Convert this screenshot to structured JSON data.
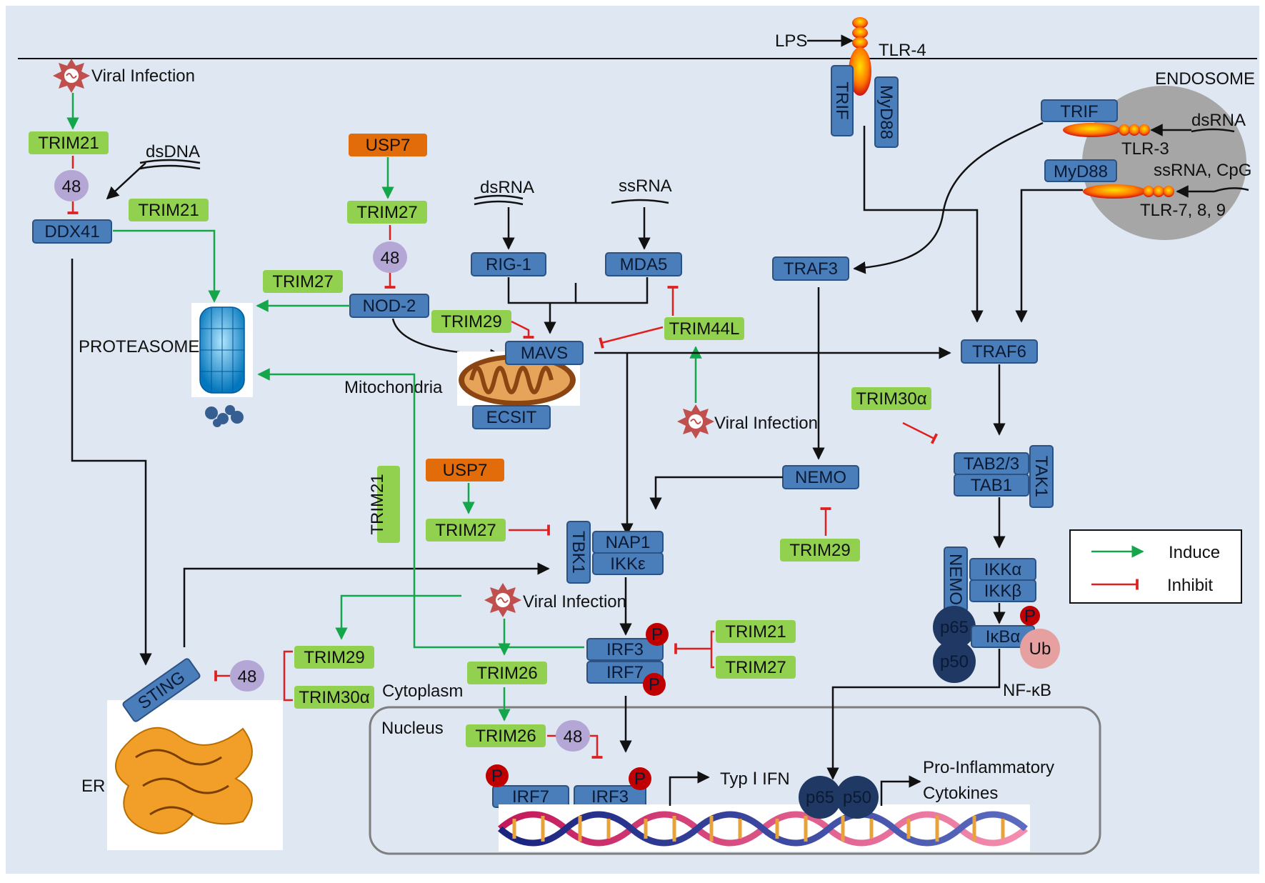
{
  "labels": {
    "lps": "LPS",
    "tlr4": "TLR-4",
    "endosome": "ENDOSOME",
    "tlr3": "TLR-3",
    "tlr789": "TLR-7, 8, 9",
    "dsrna_endo": "dsRNA",
    "ssrna_cpg": "ssRNA, CpG",
    "viral_infection": "Viral Infection",
    "dsdna": "dsDNA",
    "dsrna": "dsRNA",
    "ssrna": "ssRNA",
    "proteasome": "PROTEASOME",
    "mitochondria": "Mitochondria",
    "cytoplasm": "Cytoplasm",
    "nucleus": "Nucleus",
    "er": "ER",
    "nfkb": "NF-κB",
    "type1_ifn": "Typ Ⅰ IFN",
    "pro_inflammatory_1": "Pro-Inflammatory",
    "pro_inflammatory_2": "Cytokines",
    "num48": "48",
    "p": "P",
    "ub": "Ub",
    "p65": "p65",
    "p50": "p50"
  },
  "proteins": {
    "trif": "TRIF",
    "myd88": "MyD88",
    "ddx41": "DDX41",
    "nod2": "NOD-2",
    "rig1": "RIG-1",
    "mda5": "MDA5",
    "traf3": "TRAF3",
    "mavs": "MAVS",
    "ecsit": "ECSIT",
    "traf6": "TRAF6",
    "tab23": "TAB2/3",
    "tab1": "TAB1",
    "tak1": "TAK1",
    "nemo": "NEMO",
    "tbk1": "TBK1",
    "nap1": "NAP1",
    "ikke": "IKKε",
    "ikka": "IKKα",
    "ikkb": "IKKβ",
    "ikba": "IκBα",
    "irf3": "IRF3",
    "irf7": "IRF7",
    "sting": "STING"
  },
  "regulators": {
    "trim21": "TRIM21",
    "trim27": "TRIM27",
    "trim29": "TRIM29",
    "trim44l": "TRIM44L",
    "trim30a": "TRIM30α",
    "trim26": "TRIM26",
    "usp7": "USP7"
  },
  "legend": {
    "induce": "Induce",
    "inhibit": "Inhibit"
  },
  "colors": {
    "induce": "#14a64a",
    "inhibit": "#e0201f",
    "protein": "#4a7ebb",
    "trim": "#92d050",
    "usp": "#e36c0a"
  }
}
